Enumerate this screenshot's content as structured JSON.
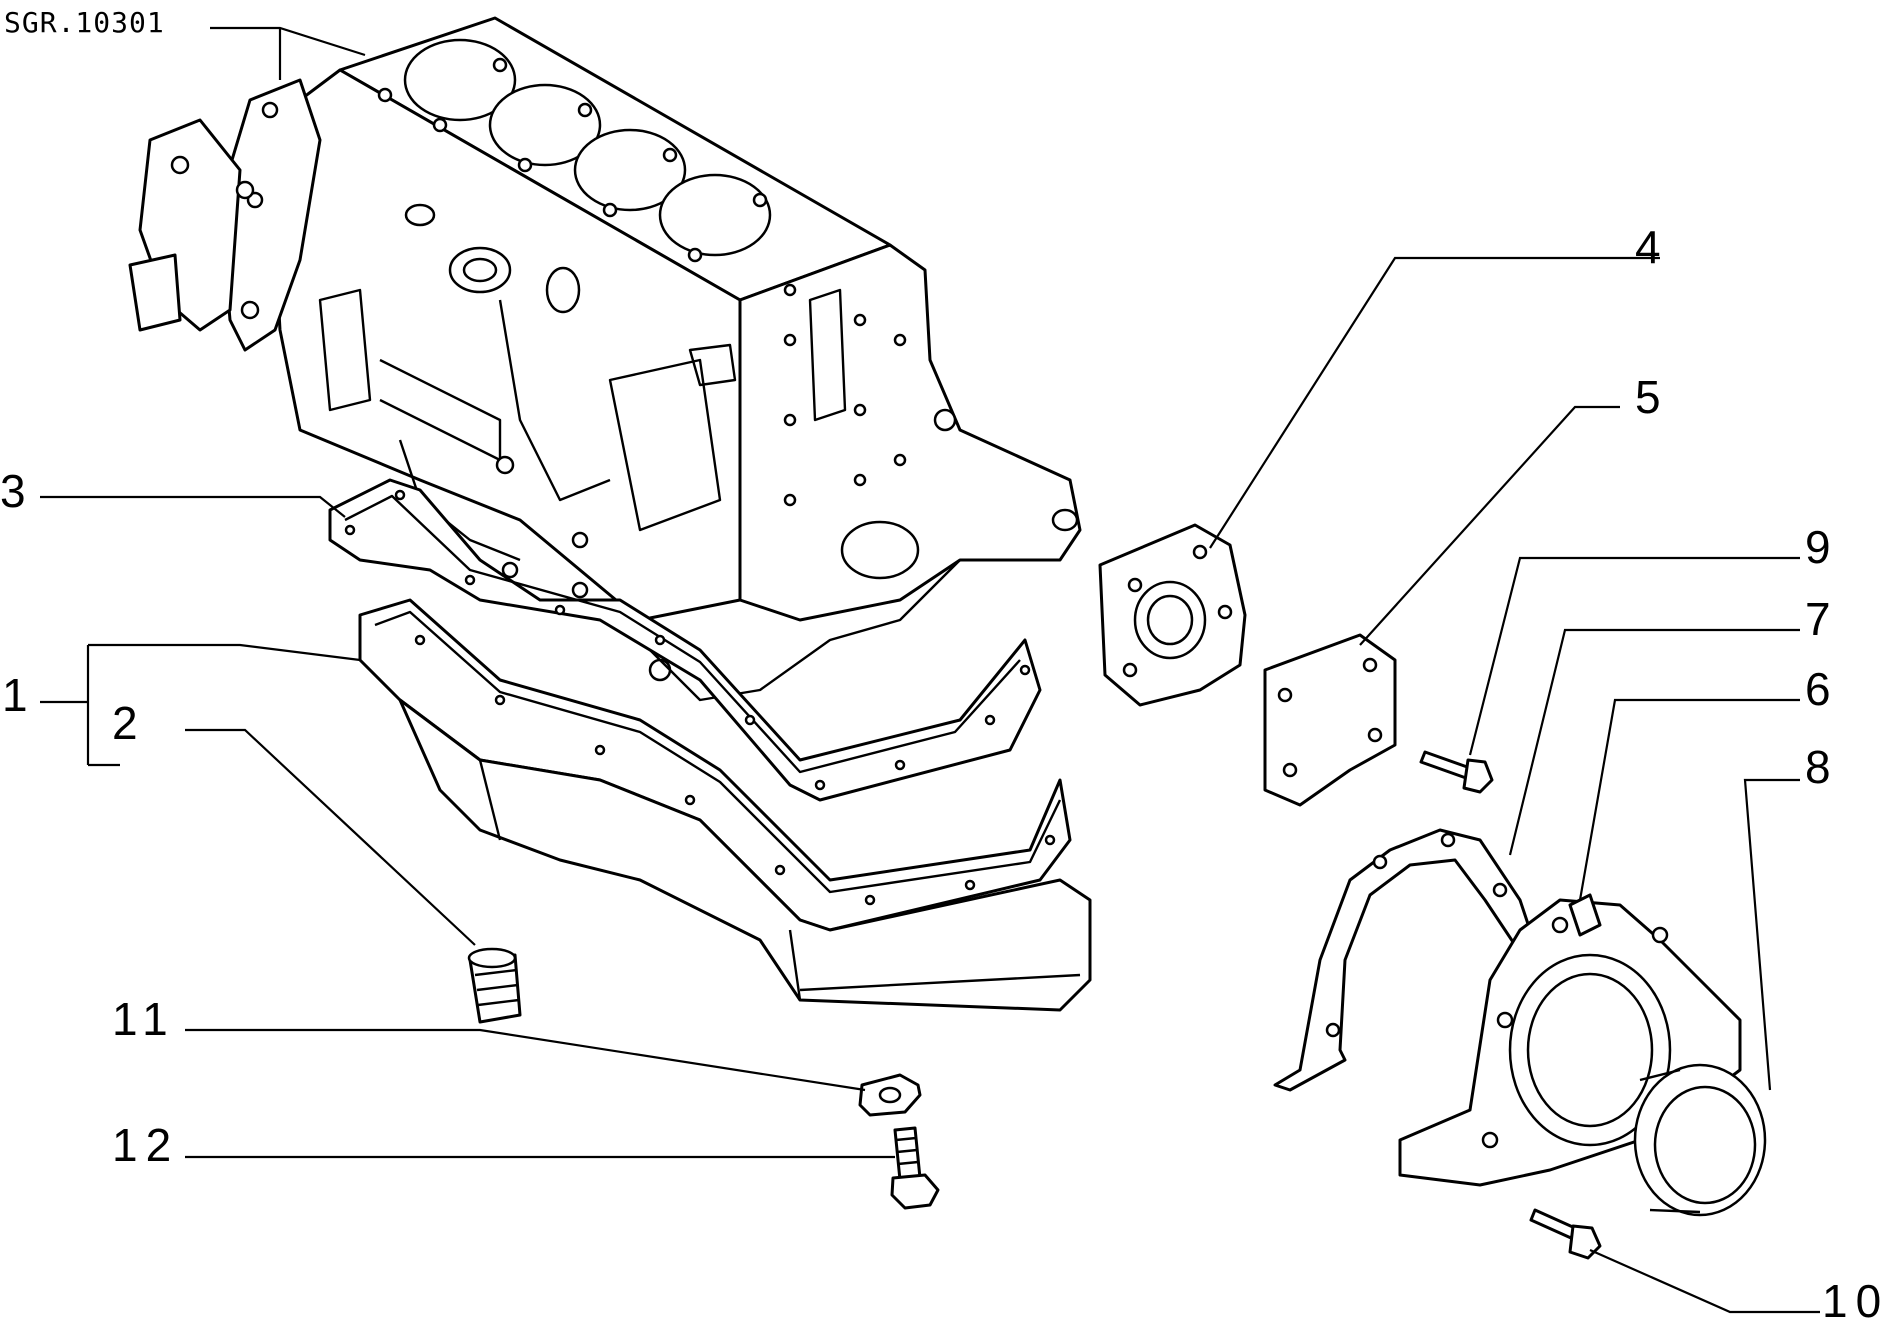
{
  "drawing": {
    "reference_code": "SGR.10301"
  },
  "callouts": [
    {
      "id": "1",
      "label": "1"
    },
    {
      "id": "2",
      "label": "2"
    },
    {
      "id": "3",
      "label": "3"
    },
    {
      "id": "4",
      "label": "4"
    },
    {
      "id": "5",
      "label": "5"
    },
    {
      "id": "6",
      "label": "6"
    },
    {
      "id": "7",
      "label": "7"
    },
    {
      "id": "8",
      "label": "8"
    },
    {
      "id": "9",
      "label": "9"
    },
    {
      "id": "10",
      "label": "10"
    },
    {
      "id": "11",
      "label": "11"
    },
    {
      "id": "12",
      "label": "12"
    }
  ]
}
